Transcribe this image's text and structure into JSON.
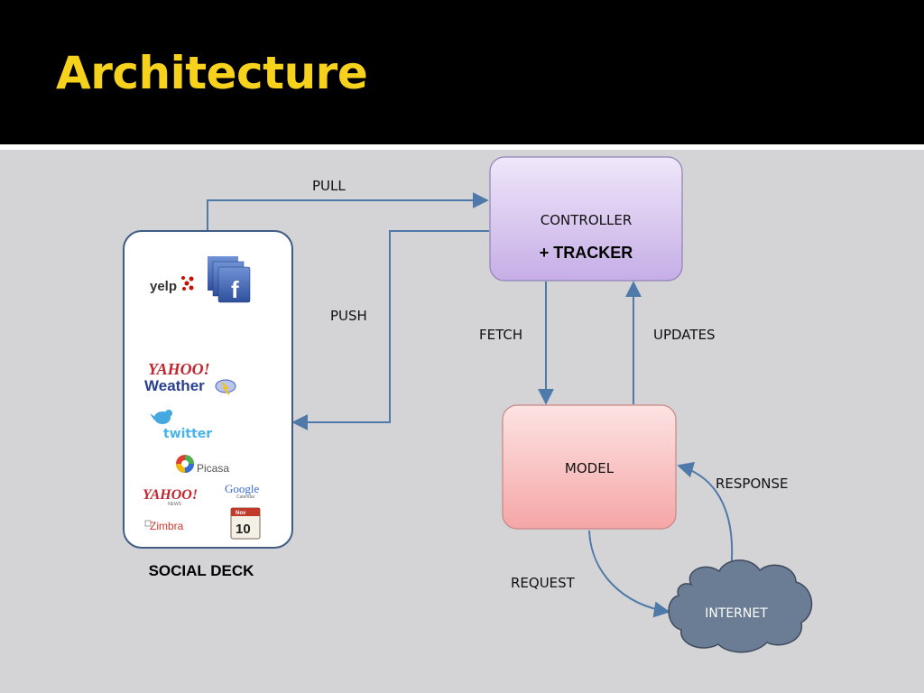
{
  "slide": {
    "title": "Architecture"
  },
  "nodes": {
    "controller": {
      "line1": "CONTROLLER",
      "line2": "+ TRACKER"
    },
    "model": {
      "label": "MODEL"
    },
    "internet": {
      "label": "INTERNET"
    },
    "social_deck": {
      "caption": "SOCIAL DECK"
    }
  },
  "edges": {
    "pull": "PULL",
    "push": "PUSH",
    "fetch": "FETCH",
    "updates": "UPDATES",
    "request": "REQUEST",
    "response": "RESPONSE"
  },
  "logos": {
    "yelp": "yelp",
    "facebook": "f",
    "yahoo_weather_top": "YAHOO!",
    "yahoo_weather_bottom": "Weather",
    "twitter": "twitter",
    "picasa": "Picasa",
    "yahoo_news_top": "YAHOO!",
    "yahoo_news_bottom": "NEWS",
    "google": "Google",
    "google_sub": "Calendar",
    "zimbra": "Zimbra",
    "calendar_month": "Nov",
    "calendar_day": "10"
  },
  "colors": {
    "title": "#f6d21c",
    "arrow": "#4f79a8",
    "controller_fill_top": "#efe7fa",
    "controller_fill_bottom": "#c6aee6",
    "model_fill_top": "#fde3e3",
    "model_fill_bottom": "#f5a6a6",
    "internet_fill": "#6b7d95"
  }
}
